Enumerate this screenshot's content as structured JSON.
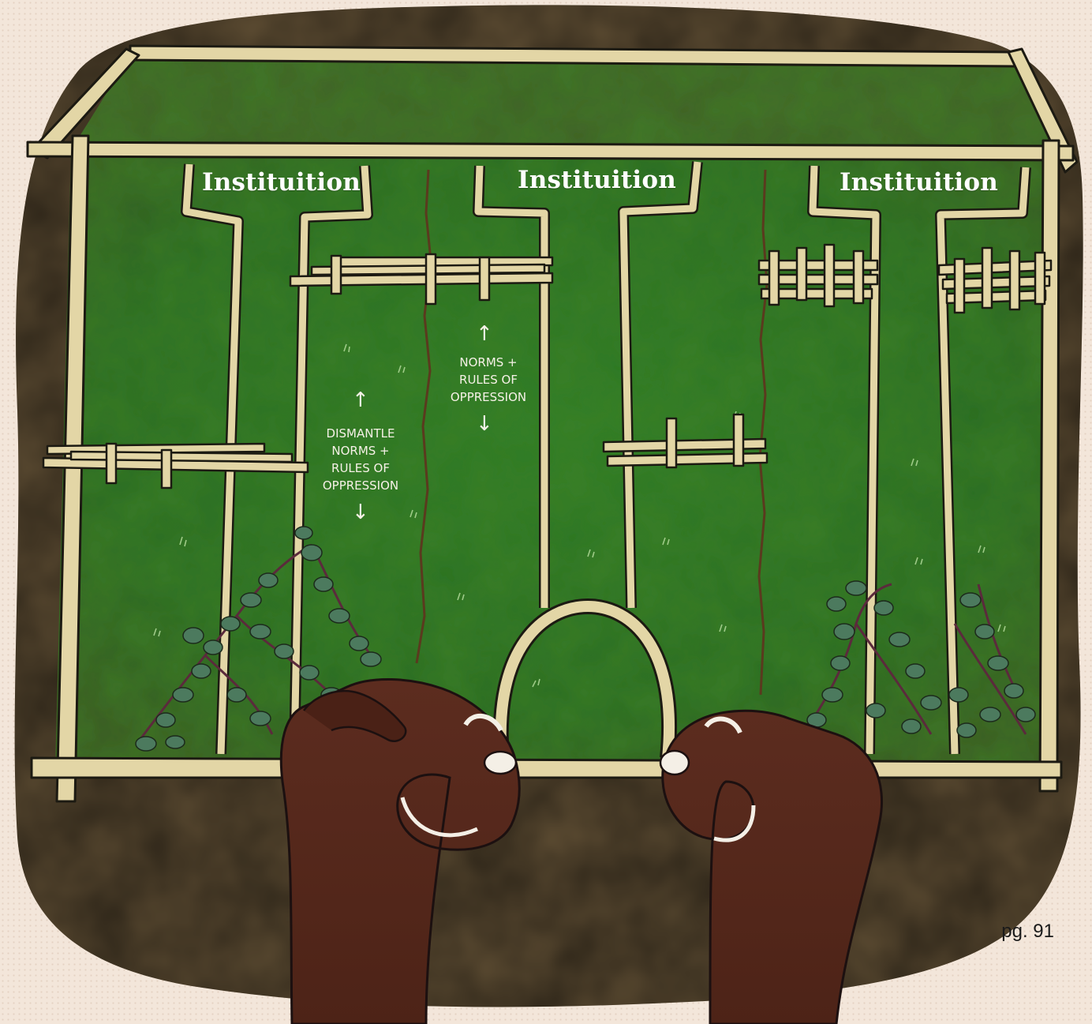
{
  "institutions": [
    {
      "label": "Instituition"
    },
    {
      "label": "Instituition"
    },
    {
      "label": "Instituition"
    }
  ],
  "annotations": {
    "dismantle": {
      "up_arrow": "↑",
      "text": "DISMANTLE\nNORMS +\nRULES OF\nOPPRESSION",
      "down_arrow": "↓"
    },
    "norms": {
      "up_arrow": "↑",
      "text": "NORMS +\nRULES OF\nOPPRESSION",
      "down_arrow": "↓"
    }
  },
  "page_number": "pg. 91",
  "colors": {
    "background": "#f3e6da",
    "soil": "#5e4d33",
    "moss": "#2f7a24",
    "bamboo": "#e3d6a6",
    "outline": "#1c1a12",
    "skin": "#5a2a1d",
    "nail": "#f4efe6",
    "leaf": "#4c7a5e",
    "stem": "#5b2a3c"
  }
}
